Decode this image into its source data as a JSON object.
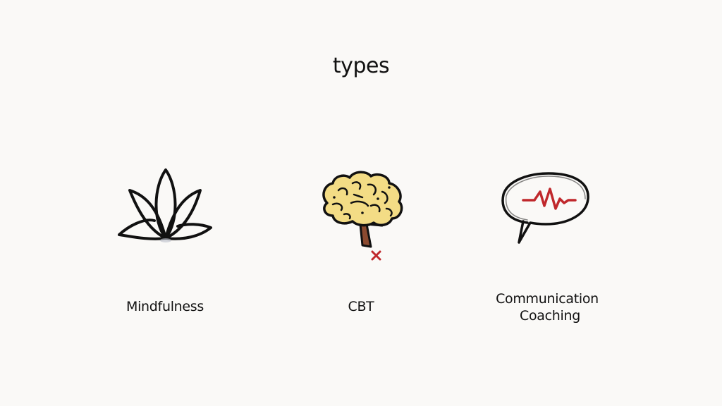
{
  "heading": "types",
  "colors": {
    "background": "#faf9f7",
    "ink": "#111111",
    "brain_fill": "#f3dc85",
    "brain_stem": "#8b4a30",
    "accent_red": "#c0282c"
  },
  "items": [
    {
      "icon": "lotus-icon",
      "label": "Mindfulness"
    },
    {
      "icon": "brain-icon",
      "label": "CBT",
      "marker": "x-mark-icon"
    },
    {
      "icon": "speech-bubble-waveform-icon",
      "label_line1": "Communication",
      "label_line2": "Coaching"
    }
  ]
}
